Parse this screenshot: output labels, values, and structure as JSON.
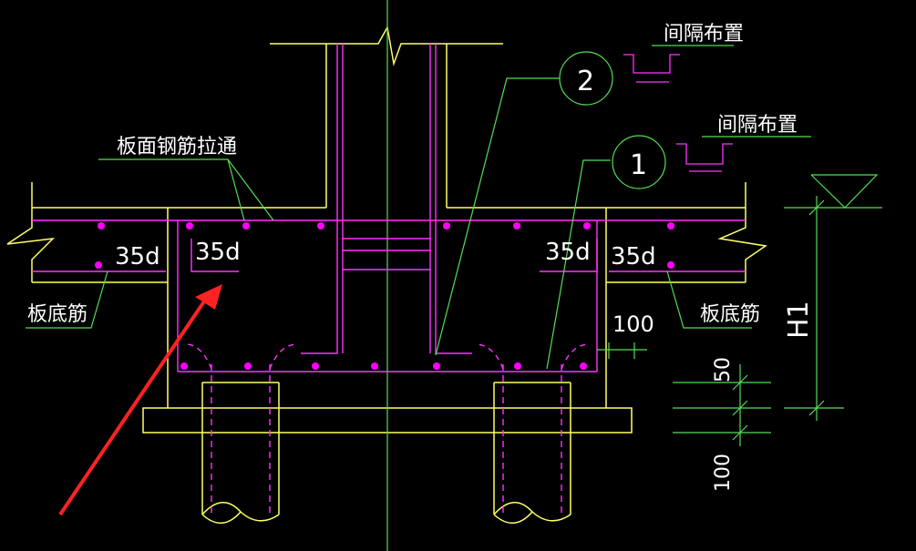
{
  "labels": {
    "top_rebar": "板面钢筋拉通",
    "bottom_rebar_left": "板底筋",
    "bottom_rebar_right": "板底筋",
    "anchor_1": "35d",
    "anchor_2": "35d",
    "anchor_3": "35d",
    "anchor_4": "35d",
    "interval_1": "间隔布置",
    "interval_2": "间隔布置",
    "callout_1": "1",
    "callout_2": "2",
    "dim_100_a": "100",
    "dim_50": "50",
    "dim_100_b": "100",
    "dim_h1": "H1"
  },
  "colors": {
    "background": "#000000",
    "concrete": "#ffff66",
    "rebar": "#ff33ff",
    "rebar_dot": "#ff00ff",
    "leader": "#55dd55",
    "text": "#ffffff",
    "centerline": "#55dd55",
    "arrow": "#ff2222"
  }
}
